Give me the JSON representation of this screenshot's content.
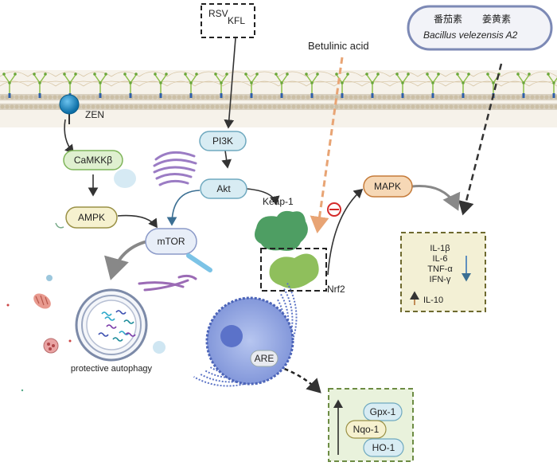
{
  "labels": {
    "rsv": "RSV",
    "kfl": "KFL",
    "betulinic_acid": "Betulinic acid",
    "zen": "ZEN",
    "pi3k": "PI3K",
    "camkkb": "CaMKKβ",
    "akt": "Akt",
    "mapk": "MAPK",
    "keap1": "Keap-1",
    "ampk": "AMPK",
    "mtor": "mTOR",
    "nrf2": "Nrf2",
    "are": "ARE",
    "protective_autophagy": "protective autophagy"
  },
  "legend_box": {
    "line1_left": "番茄素",
    "line1_right": "姜黄素",
    "line2": "Bacillus velezensis A2"
  },
  "cytokines": {
    "down": [
      "IL-1β",
      "IL-6",
      "TNF-α",
      "IFN-γ"
    ],
    "up": "IL-10"
  },
  "antioxidant_genes": [
    "Gpx-1",
    "Nqo-1",
    "HO-1"
  ],
  "colors": {
    "pill_green_fill": "#dff0d0",
    "pill_green_stroke": "#7fb55a",
    "pill_blue_fill": "#d8ecf3",
    "pill_blue_stroke": "#6fa9bf",
    "pill_yellow_fill": "#f6f1cf",
    "pill_yellow_stroke": "#9a9146",
    "mapk_fill": "#f6d8b6",
    "mapk_stroke": "#c57b3a",
    "box_fill": "#f3f0d5",
    "box_stroke": "#6e6a2f",
    "gene_box_fill": "#e9f2dc",
    "gene_box_stroke": "#6d8c44",
    "arrow_orange": "#e8a474",
    "membrane": "#c9c0b0",
    "receptor": "#8cbf4a",
    "zen_blue": "#1f8fc8",
    "keap_green": "#4e9e63",
    "nrf2_green": "#8fbf5c",
    "nucleus": "#6b86d6",
    "inhibit_red": "#d42a2a"
  }
}
